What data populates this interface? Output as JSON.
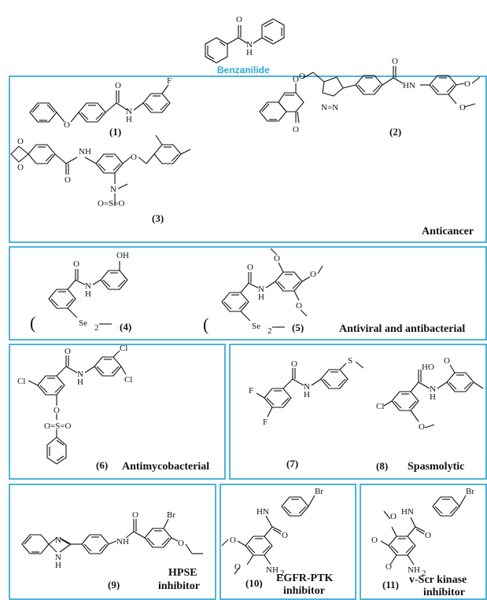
{
  "title": "Benzanilide",
  "compounds": [
    {
      "num": "(1)"
    },
    {
      "num": "(2)"
    },
    {
      "num": "(3)"
    },
    {
      "num": "(4)"
    },
    {
      "num": "(5)"
    },
    {
      "num": "(6)"
    },
    {
      "num": "(7)"
    },
    {
      "num": "(8)"
    },
    {
      "num": "(9)"
    },
    {
      "num": "(10)"
    },
    {
      "num": "(11)"
    }
  ],
  "categories": {
    "anticancer": "Anticancer",
    "antiviral": "Antiviral and antibacterial",
    "antimycobacterial": "Antimycobacterial",
    "spasmolytic": "Spasmolytic",
    "hpse": "HPSE",
    "inhibitor": "inhibitor",
    "egfr": "EGFR-PTK",
    "vscr": "v-Scr kinase"
  },
  "atoms": {
    "o": "O",
    "n": "N",
    "h": "H",
    "f": "F",
    "cl": "Cl",
    "br": "Br",
    "se": "Se",
    "s": "S",
    "oh": "OH",
    "ho": "HO",
    "nh": "NH",
    "hn": "HN",
    "nh2": "NH",
    "sub2": "2",
    "nnn": "N=N",
    "os": "O=S=O"
  },
  "colors": {
    "frame": "#4fb3d9",
    "title": "#2ea8dc",
    "ink": "#111111"
  }
}
